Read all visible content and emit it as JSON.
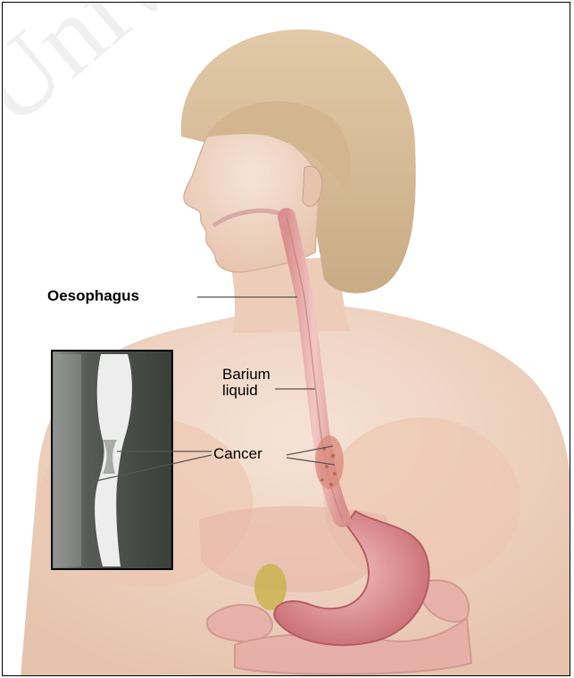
{
  "labels": {
    "oesophagus": "Oesophagus",
    "barium_line1": "Barium",
    "barium_line2": "liquid",
    "cancer": "Cancer"
  },
  "watermark": "University of Cape Town",
  "colors": {
    "skin": "#f1d9c8",
    "skin_shadow": "#e2bda6",
    "hair": "#d9bf9b",
    "oesophagus": "#e7a7a6",
    "stomach": "#d98286",
    "xray_dark": "#4b4f4a",
    "xray_light": "#eeeeee",
    "line": "#555555"
  }
}
